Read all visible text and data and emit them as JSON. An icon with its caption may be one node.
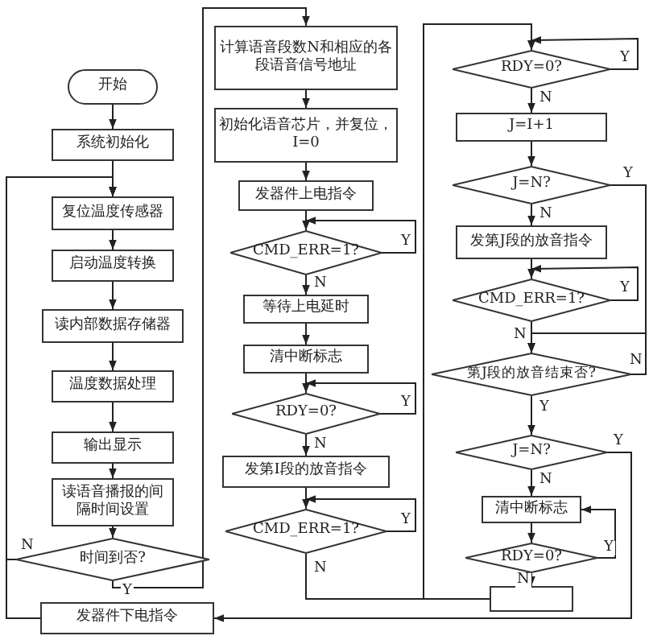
{
  "diagram": {
    "nodes": [
      {
        "text": [
          "开始"
        ]
      },
      {
        "text": [
          "系统初始化"
        ]
      },
      {
        "text": [
          "复位温度传感器"
        ]
      },
      {
        "text": [
          "启动温度转换"
        ]
      },
      {
        "text": [
          "读内部数据存储器"
        ]
      },
      {
        "text": [
          "温度数据处理"
        ]
      },
      {
        "text": [
          "输出显示"
        ]
      },
      {
        "text": [
          "读语音播报的间隔时间设置"
        ]
      },
      {
        "text": [
          "时间到否?"
        ]
      },
      {
        "text": [
          "发器件下电指令"
        ]
      },
      {
        "text": [
          "计算语音段数N和相应的各段语音信号地址"
        ]
      },
      {
        "text": [
          "初始化语音芯片，并复位，I=0"
        ]
      },
      {
        "text": [
          "发器件上电指令"
        ]
      },
      {
        "text": [
          "CMD_ERR=1?"
        ]
      },
      {
        "text": [
          "等待上电延时"
        ]
      },
      {
        "text": [
          "清中断标志"
        ]
      },
      {
        "text": [
          "RDY=0?"
        ]
      },
      {
        "text": [
          "发第I段的放音指令"
        ]
      },
      {
        "text": [
          "CMD_ERR=1?"
        ]
      },
      {
        "text": [
          "RDY=0?"
        ]
      },
      {
        "text": [
          "J=I+1"
        ]
      },
      {
        "text": [
          "J=N?"
        ]
      },
      {
        "text": [
          "发第J段的放音指令"
        ]
      },
      {
        "text": [
          "CMD_ERR=1?"
        ]
      },
      {
        "text": [
          "第J段的放音结束否?"
        ]
      },
      {
        "text": [
          "J=N?"
        ]
      },
      {
        "text": [
          "清中断标志"
        ]
      },
      {
        "text": [
          "RDY=0?"
        ]
      },
      {
        "text": [],
        "shape": "box"
      }
    ],
    "edges": [
      {
        "from": 0,
        "to": 1,
        "arrow": "to"
      },
      {
        "from": 1,
        "to": 2,
        "arrow": "to"
      },
      {
        "from": 2,
        "to": 3,
        "arrow": "to"
      },
      {
        "from": 3,
        "to": 4,
        "arrow": "to"
      },
      {
        "from": 4,
        "to": 5,
        "arrow": "to"
      },
      {
        "from": 5,
        "to": 6,
        "arrow": "to"
      },
      {
        "from": 6,
        "to": 7,
        "arrow": "to"
      },
      {
        "from": 7,
        "to": 8,
        "arrow": "to"
      },
      {
        "from": 8,
        "to": 2,
        "arrow": "to",
        "label": "N"
      },
      {
        "from": 9,
        "to": 2,
        "arrow": "to"
      },
      {
        "from": 8,
        "to": 10,
        "arrow": "to",
        "label": "Y"
      },
      {
        "from": 10,
        "to": 11,
        "arrow": "to"
      },
      {
        "from": 11,
        "to": 12,
        "arrow": "to"
      },
      {
        "from": 12,
        "to": 13,
        "arrow": "to"
      },
      {
        "from": 13,
        "to": 13,
        "arrow": "to",
        "label": "Y"
      },
      {
        "from": 13,
        "to": 14,
        "arrow": "to",
        "label": "N"
      },
      {
        "from": 14,
        "to": 15,
        "arrow": "to"
      },
      {
        "from": 15,
        "to": 16,
        "arrow": "to"
      },
      {
        "from": 16,
        "to": 16,
        "arrow": "to",
        "label": "Y"
      },
      {
        "from": 16,
        "to": 17,
        "arrow": "to",
        "label": "N"
      },
      {
        "from": 17,
        "to": 18,
        "arrow": "to"
      },
      {
        "from": 18,
        "to": 18,
        "arrow": "to",
        "label": "Y"
      },
      {
        "from": 18,
        "to": 19,
        "arrow": "to",
        "label": "N"
      },
      {
        "from": 19,
        "to": 19,
        "arrow": "to",
        "label": "Y"
      },
      {
        "from": 19,
        "to": 20,
        "arrow": "to",
        "label": "N"
      },
      {
        "from": 20,
        "to": 21,
        "arrow": "to"
      },
      {
        "from": 21,
        "to": 22,
        "arrow": "to",
        "label": "N"
      },
      {
        "from": 21,
        "to": 24,
        "arrow": "to",
        "label": "Y"
      },
      {
        "from": 22,
        "to": 23,
        "arrow": "to"
      },
      {
        "from": 23,
        "to": 23,
        "arrow": "to",
        "label": "Y"
      },
      {
        "from": 23,
        "to": 24,
        "arrow": "to",
        "label": "N"
      },
      {
        "from": 24,
        "to": 24,
        "arrow": "to",
        "label": "N"
      },
      {
        "from": 24,
        "to": 25,
        "arrow": "to",
        "label": "Y"
      },
      {
        "from": 25,
        "to": 26,
        "arrow": "to",
        "label": "N"
      },
      {
        "from": 25,
        "to": 9,
        "arrow": "to",
        "label": "Y"
      },
      {
        "from": 26,
        "to": 27,
        "arrow": "to"
      },
      {
        "from": 27,
        "to": 26,
        "arrow": "to",
        "label": "Y"
      },
      {
        "from": 27,
        "to": 28,
        "arrow": "to",
        "label": "N"
      },
      {
        "from": 28,
        "to": 19,
        "arrow": "to"
      }
    ]
  }
}
